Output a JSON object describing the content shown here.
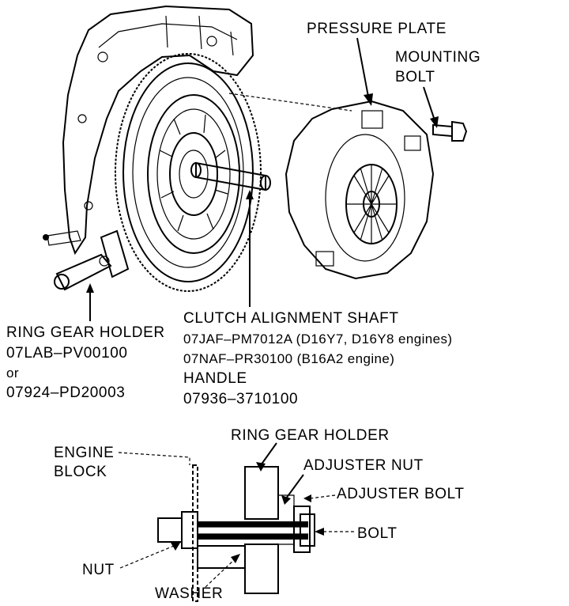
{
  "top_figure": {
    "labels": {
      "pressure_plate": "PRESSURE PLATE",
      "mounting_bolt_line1": "MOUNTING",
      "mounting_bolt_line2": "BOLT",
      "clutch_alignment_shaft": "CLUTCH ALIGNMENT SHAFT",
      "shaft_part_a": "07JAF–PM7012A (D16Y7, D16Y8 engines)",
      "shaft_part_b": "07NAF–PR30100 (B16A2 engine)",
      "handle": "HANDLE",
      "handle_part": "07936–3710100",
      "ring_gear_holder": "RING GEAR HOLDER",
      "ring_gear_part_a": "07LAB–PV00100",
      "or": "or",
      "ring_gear_part_b": "07924–PD20003"
    }
  },
  "bottom_figure": {
    "labels": {
      "ring_gear_holder": "RING GEAR HOLDER",
      "engine_block_line1": "ENGINE",
      "engine_block_line2": "BLOCK",
      "adjuster_nut": "ADJUSTER NUT",
      "adjuster_bolt": "ADJUSTER BOLT",
      "bolt": "BOLT",
      "nut": "NUT",
      "washer": "WASHER"
    }
  }
}
